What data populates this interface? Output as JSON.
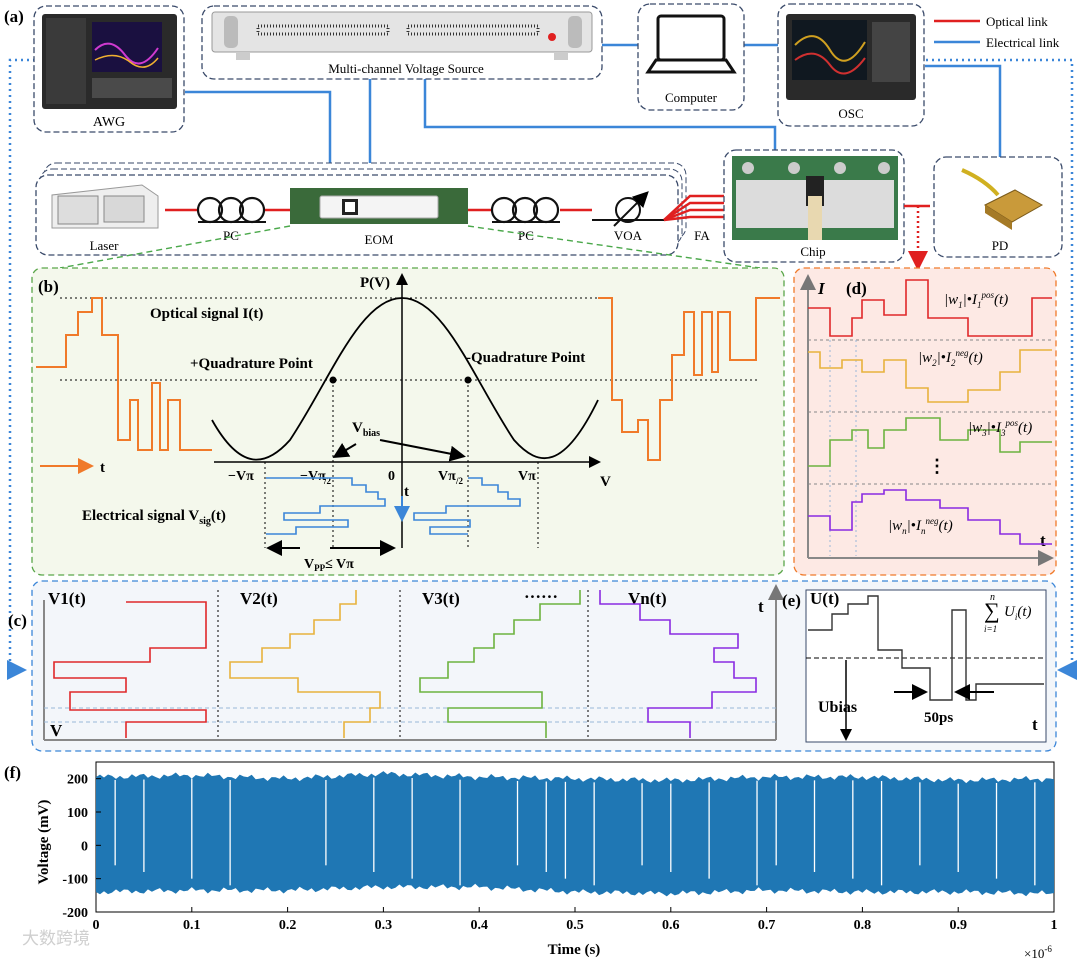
{
  "panel_labels": {
    "a": "(a)",
    "b": "(b)",
    "c": "(c)",
    "d": "(d)",
    "e": "(e)",
    "f": "(f)"
  },
  "legend": {
    "optical": "Optical link",
    "electrical": "Electrical link"
  },
  "colors": {
    "optical": "#e02020",
    "electrical": "#3b86d8",
    "orange": "#f07a2a",
    "signal_blue": "#1f77b4",
    "red": "#e0282a",
    "yellow": "#e8b23c",
    "green": "#6db33f",
    "purple": "#8a2be2"
  },
  "panel_a": {
    "devices": {
      "awg": "AWG",
      "voltage_source": "Multi-channel Voltage Source",
      "computer": "Computer",
      "osc": "OSC",
      "laser": "Laser",
      "pc1": "PC",
      "eom": "EOM",
      "pc2": "PC",
      "voa": "VOA",
      "fa": "FA",
      "chip": "Chip",
      "pd": "PD"
    }
  },
  "panel_b": {
    "py": "P(V)",
    "optical_signal": "Optical signal I(t)",
    "pos_quad": "+Quadrature Point",
    "neg_quad": "-Quadrature Point",
    "vbias": "V",
    "vbias_sub": "bias",
    "t_left": "t",
    "t_center": "t",
    "v_axis": "V",
    "ticks": {
      "neg_vpi": "−Vπ",
      "neg_vpi2": "−Vπ",
      "zero": "0",
      "vpi2": "Vπ",
      "vpi": "Vπ",
      "half": "/2"
    },
    "elec_signal": "Electrical signal V",
    "elec_sub": "sig",
    "elec_tail": "(t)",
    "vpp": "V",
    "vpp_sub": "PP",
    "vpp_tail": "≤ Vπ"
  },
  "panel_c": {
    "labels": [
      "V1(t)",
      "V2(t)",
      "V3(t)",
      "Vn(t)"
    ],
    "dots": "······",
    "t_axis": "t",
    "v_axis": "V"
  },
  "panel_d": {
    "i_axis": "I",
    "t_axis": "t",
    "dots": "⋮",
    "formulas": [
      {
        "w": "w",
        "ws": "1",
        "i": "I",
        "is": "1",
        "isup": "pos"
      },
      {
        "w": "w",
        "ws": "2",
        "i": "I",
        "is": "2",
        "isup": "neg"
      },
      {
        "w": "w",
        "ws": "3",
        "i": "I",
        "is": "3",
        "isup": "pos"
      },
      {
        "w": "w",
        "ws": "n",
        "i": "I",
        "is": "n",
        "isup": "neg"
      }
    ],
    "dot": "•",
    "tt": "(t)"
  },
  "panel_e": {
    "u_axis": "U(t)",
    "sum_top": "n",
    "sum_bottom": "i=1",
    "sum_body": "U",
    "sum_sub": "i",
    "sum_tail": "(t)",
    "ubias": "Ubias",
    "ps": "50ps",
    "t_axis": "t"
  },
  "panel_f": {
    "ylabel": "Voltage (mV)",
    "xlabel": "Time (s)",
    "exponent": "×10",
    "exp_sup": "-6",
    "watermark": "大数跨境"
  },
  "chart_data": {
    "type": "line",
    "title": "",
    "xlabel": "Time (s)",
    "ylabel": "Voltage (mV)",
    "xlim": [
      0,
      1
    ],
    "ylim": [
      -200,
      250
    ],
    "x_scale_note": "×10^-6",
    "x_ticks": [
      "0",
      "0.1",
      "0.2",
      "0.3",
      "0.4",
      "0.5",
      "0.6",
      "0.7",
      "0.8",
      "0.9",
      "1"
    ],
    "y_ticks": [
      "200",
      "100",
      "0",
      "-100",
      "-200"
    ],
    "y_tick_values": [
      200,
      100,
      0,
      -100,
      -200
    ],
    "envelope_upper": [
      [
        0,
        205
      ],
      [
        0.1,
        210
      ],
      [
        0.2,
        200
      ],
      [
        0.3,
        215
      ],
      [
        0.4,
        205
      ],
      [
        0.5,
        200
      ],
      [
        0.6,
        195
      ],
      [
        0.7,
        205
      ],
      [
        0.8,
        205
      ],
      [
        0.9,
        195
      ],
      [
        1,
        200
      ]
    ],
    "envelope_lower": [
      [
        0,
        -140
      ],
      [
        0.1,
        -135
      ],
      [
        0.2,
        -135
      ],
      [
        0.3,
        -125
      ],
      [
        0.4,
        -125
      ],
      [
        0.5,
        -140
      ],
      [
        0.6,
        -145
      ],
      [
        0.7,
        -135
      ],
      [
        0.8,
        -140
      ],
      [
        0.9,
        -140
      ],
      [
        1,
        -145
      ]
    ],
    "dips": [
      0.02,
      0.05,
      0.1,
      0.14,
      0.24,
      0.29,
      0.33,
      0.38,
      0.44,
      0.47,
      0.49,
      0.52,
      0.57,
      0.6,
      0.64,
      0.69,
      0.71,
      0.75,
      0.79,
      0.82,
      0.86,
      0.9,
      0.94,
      0.98
    ]
  }
}
